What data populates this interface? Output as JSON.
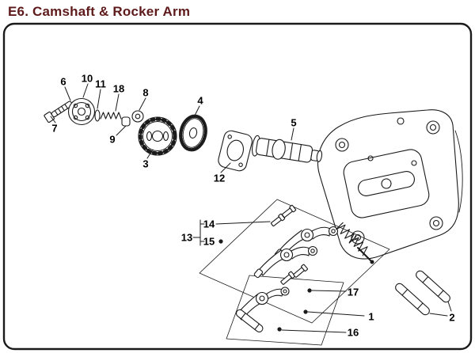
{
  "title": "E6. Camshaft & Rocker Arm",
  "labels": [
    "6",
    "10",
    "11",
    "18",
    "8",
    "4",
    "5",
    "7",
    "9",
    "3",
    "12",
    "14",
    "13",
    "15",
    "17",
    "1",
    "16",
    "2"
  ],
  "colors": {
    "title_text": "#5e1a1a",
    "line_art": "#1a1a1a",
    "background": "#ffffff"
  }
}
